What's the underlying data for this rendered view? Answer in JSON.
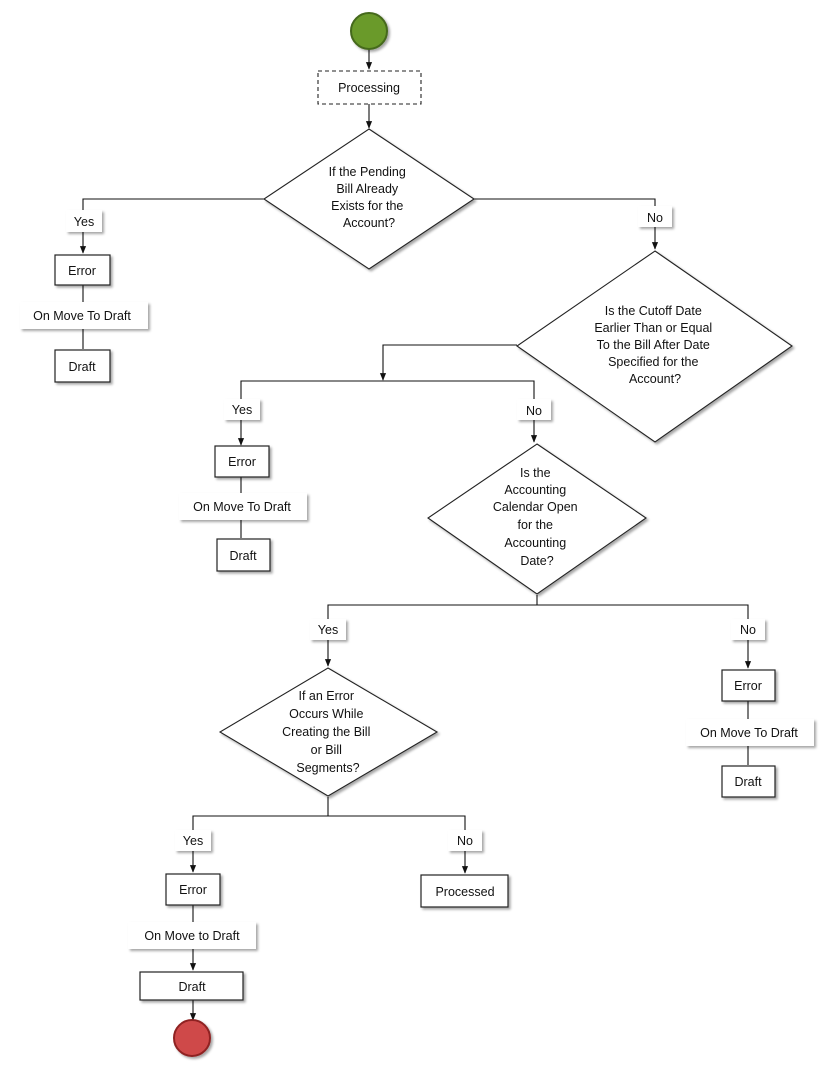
{
  "colors": {
    "start": "#6b9a2c",
    "start_stroke": "#44691a",
    "end": "#cf4a4a",
    "end_stroke": "#8f2323"
  },
  "processing": "Processing",
  "decisions": {
    "d1": [
      "If the  Pending",
      "Bill Already",
      "Exists for the",
      "Account?"
    ],
    "d2": [
      "Is the Cutoff Date",
      "Earlier Than or  Equal",
      "To the Bill After Date",
      "Specified for the",
      "Account?"
    ],
    "d3": [
      "Is the",
      "Accounting",
      "Calendar Open",
      "for the",
      "Accounting",
      "Date?"
    ],
    "d4": [
      "If an Error",
      "Occurs While",
      "Creating  the Bill",
      "or Bill",
      "Segments?"
    ]
  },
  "labels": {
    "yes": "Yes",
    "no": "No",
    "error": "Error",
    "draft": "Draft",
    "processed": "Processed",
    "move_to_draft": "On Move To Draft",
    "move_to_draft_lower": "On Move to Draft"
  }
}
